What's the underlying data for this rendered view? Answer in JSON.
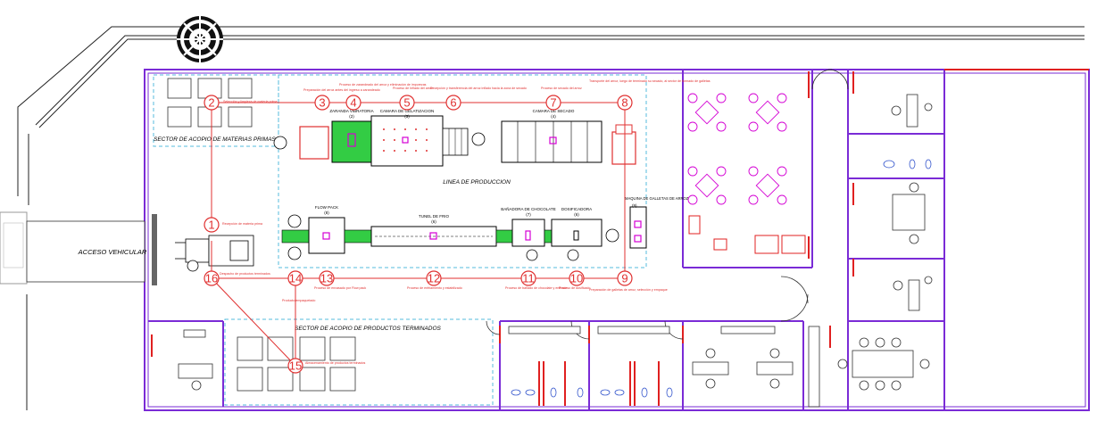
{
  "colors": {
    "wall": "#7a2bd6",
    "wall_red": "#e02020",
    "flow": "#e03030",
    "green": "#22cc33",
    "magenta": "#d400d4",
    "cyan": "#55bbdd",
    "ink": "#000000"
  },
  "zones": {
    "raw_materials": "SECTOR DE ACOPIO DE MATERIAS PRIMAS",
    "production_line": "LINEA DE PRODUCCION",
    "finished_products": "SECTOR DE ACOPIO DE PRODUCTOS TERMINADOS",
    "vehicle_access": "ACCESO VEHICULAR"
  },
  "machines": {
    "zaranda": "ZARANDA VIBRATORIA",
    "zaranda_n": "(2)",
    "camara_gel": "CAMARA DE GELATIZACION",
    "camara_gel_n": "(3)",
    "camara_sec": "CAMARA DE SECADO",
    "camara_sec_n": "(4)",
    "flow_pack": "FLOW PACK",
    "flow_pack_n": "(8)",
    "tunel": "TUNEL DE FRIO",
    "tunel_n": "(6)",
    "bandadora": "BAÑADORA DE CHOCOLATE",
    "bandadora_n": "(7)",
    "dosificadora": "DOSIFICADORA",
    "dosificadora_n": "(6)",
    "maquina_galletas": "MAQUINA DE GALLETAS DE ARROZ",
    "maquina_galletas_n": "(9)"
  },
  "steps": [
    {
      "n": "1",
      "text": "Recepción de materia prima"
    },
    {
      "n": "2",
      "text": "Selección y limpieza de materia prima"
    },
    {
      "n": "3",
      "text": "Preparación del arroz antes del ingreso a zarandeado"
    },
    {
      "n": "4",
      "text": "Proceso de zarandeado del arroz y eliminación de impurezas"
    },
    {
      "n": "5",
      "text": "Proceso de Inflado del arroz"
    },
    {
      "n": "6",
      "text": "Recepción y transferencia del arroz inflado hacia la zona de secado"
    },
    {
      "n": "7",
      "text": "Proceso de secado del arroz"
    },
    {
      "n": "8",
      "text": "Transporte del arroz, luego de terminado su secado, al sector de formado de galletas"
    },
    {
      "n": "9",
      "text": "Preparación de galletas de arroz, selección y empaque"
    },
    {
      "n": "10",
      "text": "Proceso de dosificado"
    },
    {
      "n": "11",
      "text": "Proceso de bañado de chocolate y enfriado"
    },
    {
      "n": "12",
      "text": "Proceso de enfriamiento y estabilizado"
    },
    {
      "n": "13",
      "text": "Proceso de envasado por Flow pack"
    },
    {
      "n": "14",
      "text": "Producto empaquetado"
    },
    {
      "n": "15",
      "text": "Almacenamiento de productos terminados"
    },
    {
      "n": "16",
      "text": "Despacho de productos terminados"
    }
  ]
}
